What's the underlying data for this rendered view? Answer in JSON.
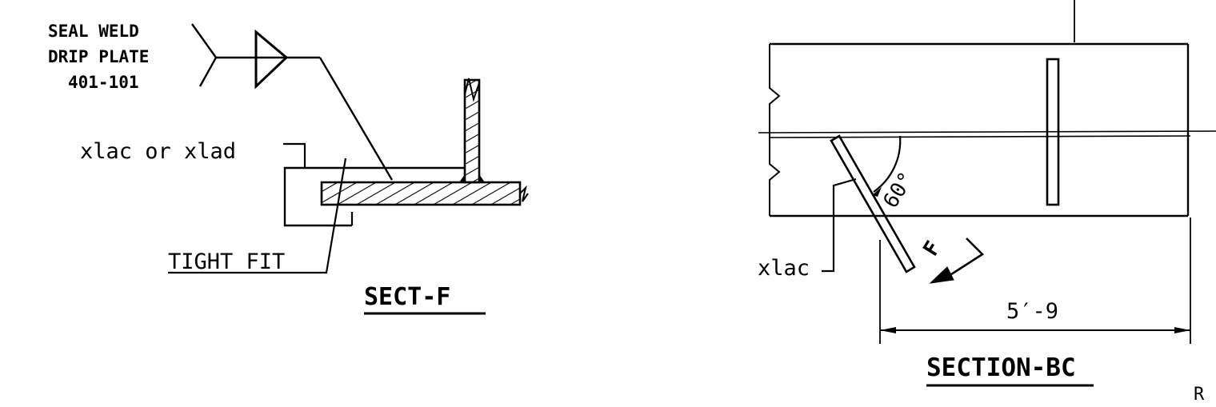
{
  "sect_f": {
    "callout": {
      "line1": "SEAL WELD",
      "line2": "DRIP PLATE",
      "line3": "401-101"
    },
    "member_label": "xlac or xlad",
    "fit_label": "TIGHT FIT",
    "title": "SECT-F"
  },
  "section_bc": {
    "angle_label": "60°",
    "member_label": "xlac",
    "force_label": "F",
    "dimension_label": "5′-9",
    "title": "SECTION-BC"
  },
  "corner_mark": "R",
  "colors": {
    "ink": "#000000",
    "paper": "#ffffff"
  }
}
